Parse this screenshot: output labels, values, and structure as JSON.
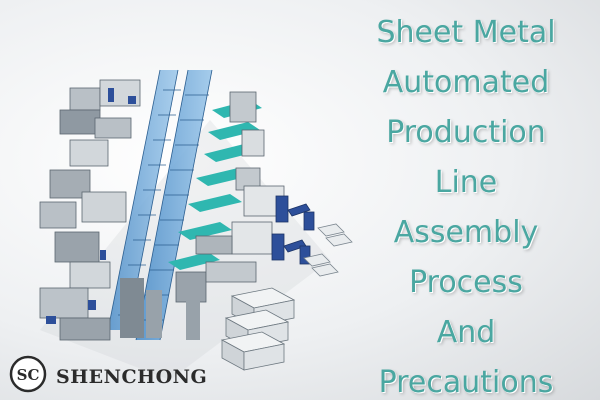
{
  "title_lines": [
    "Sheet Metal",
    "Automated",
    "Production",
    "Line",
    "Assembly",
    "Process",
    "And",
    "Precautions"
  ],
  "brand": {
    "name": "SHENCHONG",
    "mark": "SC"
  },
  "colors": {
    "title": "#4aa7a1",
    "line_blue": "#3f86c6",
    "line_teal": "#2fb7b0",
    "frame_gray": "#9aa3ab",
    "robot_blue": "#2d4f9a"
  }
}
